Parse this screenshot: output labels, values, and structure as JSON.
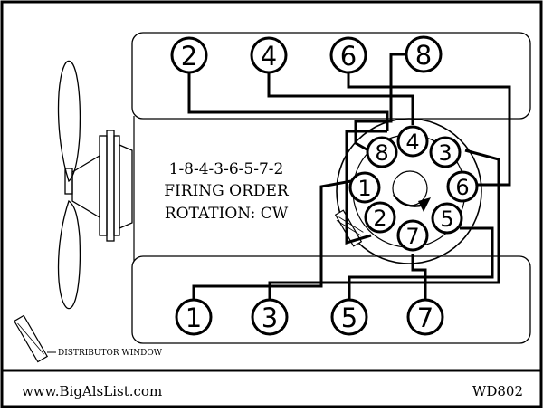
{
  "firing_order": "1-8-4-3-6-5-7-2",
  "firing_order_label": "FIRING ORDER",
  "rotation_label": "ROTATION: CW",
  "distributor_window_label": "DISTRIBUTOR WINDOW",
  "footer": {
    "website": "www.BigAlsList.com",
    "code": "WD802"
  },
  "cylinders": {
    "top_bank": [
      "2",
      "4",
      "6",
      "8"
    ],
    "bottom_bank": [
      "1",
      "3",
      "5",
      "7"
    ]
  },
  "distributor_terminals": [
    "8",
    "4",
    "3",
    "6",
    "5",
    "7",
    "2",
    "1"
  ],
  "colors": {
    "line": "#000000",
    "background": "#ffffff"
  }
}
